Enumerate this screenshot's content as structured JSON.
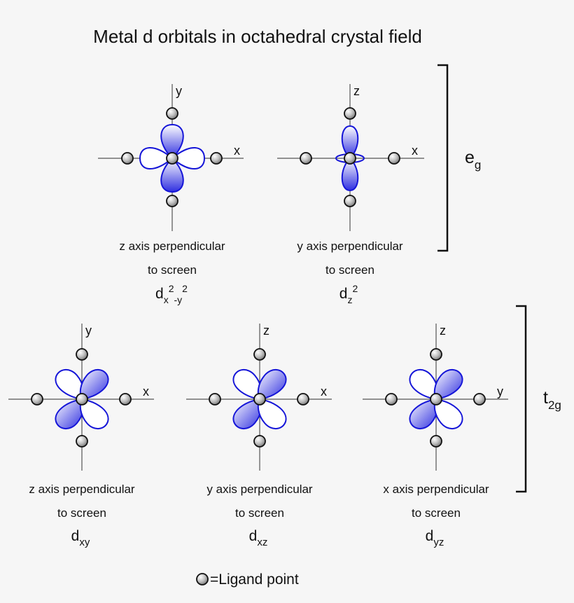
{
  "title": "Metal d orbitals in octahedral crystal field",
  "colors": {
    "lobe_fill": "#2f2fe0",
    "lobe_stroke": "#1515d8",
    "axis": "#555555",
    "ligand": "#777777",
    "background": "#f6f6f6"
  },
  "groups": {
    "eg": {
      "main": "e",
      "sub": "g"
    },
    "t2g": {
      "main": "t",
      "sub": "2g"
    }
  },
  "orbitals": [
    {
      "id": "dx2-y2",
      "group": "eg",
      "h_axis": "x",
      "v_axis": "y",
      "caption1": "z axis perpendicular",
      "caption2": "to screen",
      "symbol": {
        "d": "d",
        "sub1": "x",
        "sup1": "2",
        "sub2": "-y",
        "sup2": "2"
      }
    },
    {
      "id": "dz2",
      "group": "eg",
      "h_axis": "x",
      "v_axis": "z",
      "caption1": "y axis perpendicular",
      "caption2": "to screen",
      "symbol": {
        "d": "d",
        "sub1": "z",
        "sup1": "2"
      }
    },
    {
      "id": "dxy",
      "group": "t2g",
      "h_axis": "x",
      "v_axis": "y",
      "caption1": "z axis perpendicular",
      "caption2": "to screen",
      "symbol": {
        "d": "d",
        "sub1": "xy"
      }
    },
    {
      "id": "dxz",
      "group": "t2g",
      "h_axis": "x",
      "v_axis": "z",
      "caption1": "y axis perpendicular",
      "caption2": "to screen",
      "symbol": {
        "d": "d",
        "sub1": "xz"
      }
    },
    {
      "id": "dyz",
      "group": "t2g",
      "h_axis": "y",
      "v_axis": "z",
      "caption1": "x axis perpendicular",
      "caption2": "to screen",
      "symbol": {
        "d": "d",
        "sub1": "yz"
      }
    }
  ],
  "legend": {
    "text": "=Ligand point",
    "icon": "ligand-sphere-icon"
  }
}
